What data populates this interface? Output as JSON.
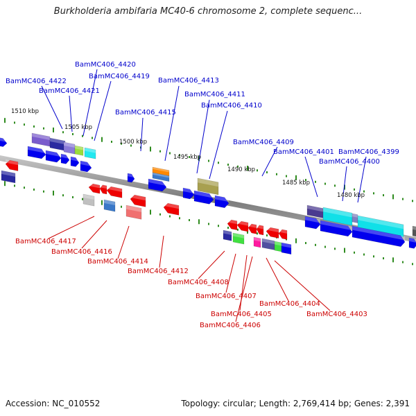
{
  "title": "Burkholderia ambifaria MC40-6 chromosome 2, complete sequenc...",
  "footer": {
    "accession": "Accession: NC_010552",
    "topology": "Topology: circular; Length: 2,769,414 bp; Genes: 2,391"
  },
  "ticks": [
    "1510 kbp",
    "1505 kbp",
    "1500 kbp",
    "1495 kbp",
    "1490 kbp",
    "1485 kbp",
    "1480 kbp"
  ],
  "top_labels": [
    "BamMC406_4422",
    "BamMC406_4421",
    "BamMC406_4420",
    "BamMC406_4419",
    "BamMC406_4415",
    "BamMC406_4413",
    "BamMC406_4411",
    "BamMC406_4410",
    "BamMC406_4409",
    "BamMC406_4401",
    "BamMC406_4399",
    "BamMC406_4400"
  ],
  "bottom_labels": [
    "BamMC406_4417",
    "BamMC406_4416",
    "BamMC406_4414",
    "BamMC406_4412",
    "BamMC406_4408",
    "BamMC406_4407",
    "BamMC406_4405",
    "BamMC406_4406",
    "BamMC406_4404",
    "BamMC406_4403"
  ],
  "colors": {
    "forward": "#0000ee",
    "reverse": "#ee0000",
    "label_top": "#0000cc",
    "label_bottom": "#cc0000",
    "backbone": "#888888",
    "gc_dots": "#2e8b1e"
  }
}
